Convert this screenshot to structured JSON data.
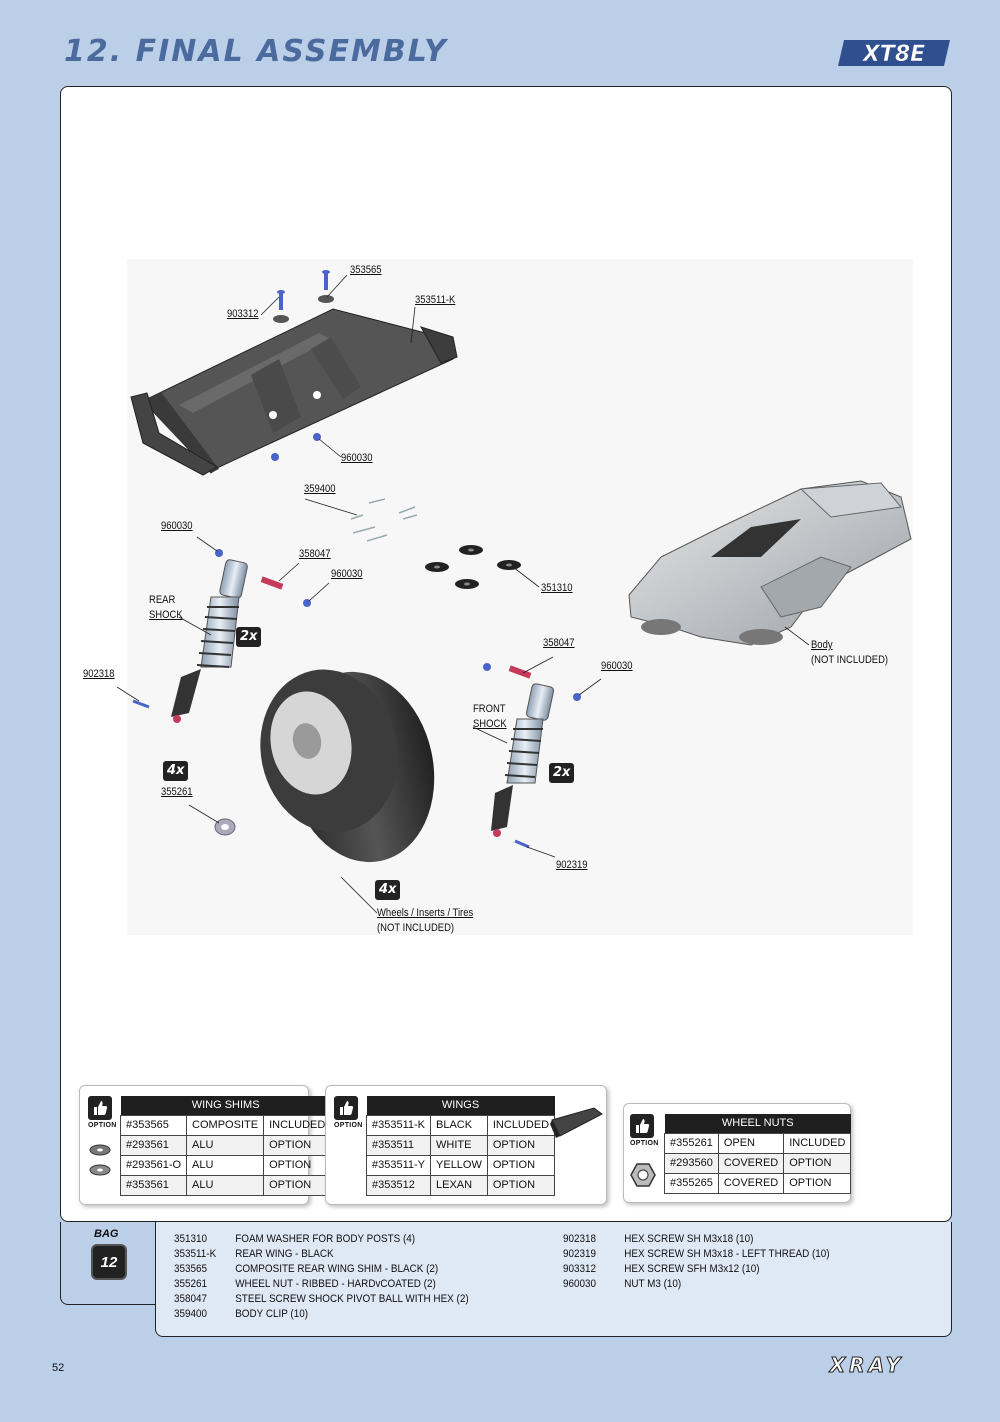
{
  "header": {
    "title": "12. FINAL ASSEMBLY",
    "model_logo": "XT8E"
  },
  "callouts": {
    "wing_shim": "353565",
    "wing_screw": "903312",
    "wing": "353511-K",
    "wing_nut": "960030",
    "body_clip": "359400",
    "rear_nut_top": "960030",
    "rear_pivot": "358047",
    "rear_pivot_nut": "960030",
    "rear_shock_l1": "REAR",
    "rear_shock_l2": "SHOCK",
    "rear_screw": "902318",
    "foam_washer": "351310",
    "front_pivot": "358047",
    "front_nut": "960030",
    "front_shock_l1": "FRONT",
    "front_shock_l2": "SHOCK",
    "front_screw": "902319",
    "wheel_nut": "355261",
    "body_l1": "Body",
    "body_l2": "(NOT INCLUDED)",
    "wheels_l1": "Wheels / Inserts / Tires",
    "wheels_l2": "(NOT INCLUDED)"
  },
  "badges": {
    "rear_shock_qty": "2x",
    "front_shock_qty": "2x",
    "wheel_nut_qty": "4x",
    "wheel_qty": "4x"
  },
  "options": {
    "icon_label": "OPTION",
    "wing_shims": {
      "title": "WING SHIMS",
      "rows": [
        [
          "#353565",
          "COMPOSITE",
          "INCLUDED"
        ],
        [
          "#293561",
          "ALU",
          "OPTION"
        ],
        [
          "#293561-O",
          "ALU",
          "OPTION"
        ],
        [
          "#353561",
          "ALU",
          "OPTION"
        ]
      ]
    },
    "wings": {
      "title": "WINGS",
      "rows": [
        [
          "#353511-K",
          "BLACK",
          "INCLUDED"
        ],
        [
          "#353511",
          "WHITE",
          "OPTION"
        ],
        [
          "#353511-Y",
          "YELLOW",
          "OPTION"
        ],
        [
          "#353512",
          "LEXAN",
          "OPTION"
        ]
      ]
    },
    "wheel_nuts": {
      "title": "WHEEL NUTS",
      "rows": [
        [
          "#355261",
          "OPEN",
          "INCLUDED"
        ],
        [
          "#293560",
          "COVERED",
          "OPTION"
        ],
        [
          "#355265",
          "COVERED",
          "OPTION"
        ]
      ]
    }
  },
  "bag": {
    "label": "BAG",
    "number": "12"
  },
  "parts_left": [
    [
      "351310",
      "FOAM WASHER FOR BODY POSTS (4)"
    ],
    [
      "353511-K",
      "REAR WING - BLACK"
    ],
    [
      "353565",
      "COMPOSITE REAR WING SHIM - BLACK (2)"
    ],
    [
      "355261",
      "WHEEL NUT - RIBBED - HARDvCOATED (2)"
    ],
    [
      "358047",
      "STEEL SCREW SHOCK PIVOT BALL WITH HEX (2)"
    ],
    [
      "359400",
      "BODY CLIP (10)"
    ]
  ],
  "parts_right": [
    [
      "902318",
      "HEX SCREW  SH M3x18  (10)"
    ],
    [
      "902319",
      "HEX SCREW SH M3x18 - LEFT THREAD  (10)"
    ],
    [
      "903312",
      "HEX SCREW  SFH M3x12  (10)"
    ],
    [
      "960030",
      "NUT M3  (10)"
    ]
  ],
  "footer": {
    "page_number": "52",
    "brand_logo": "XRAY"
  },
  "colors": {
    "page_bg": "#bccfe9",
    "title_blue": "#4b6b9e",
    "parts_bg": "#dfe8f5",
    "screw_blue": "#4a63c9",
    "pivot_red": "#c43a5a"
  }
}
